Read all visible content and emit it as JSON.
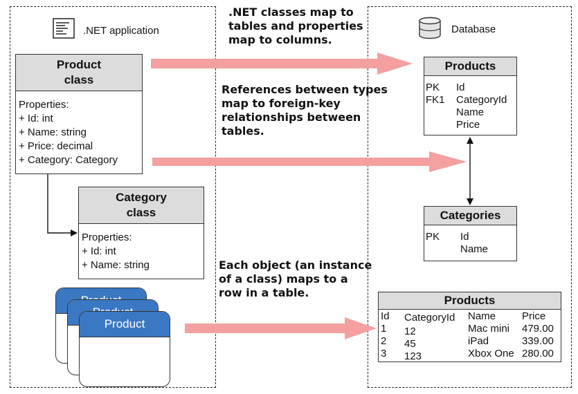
{
  "regions": {
    "app_label": ".NET application",
    "db_label": "Database"
  },
  "notes": {
    "map_classes": [
      ".NET classes map to",
      "tables and properties",
      "map to columns."
    ],
    "references": [
      "References between types",
      "map to foreign-key",
      "relationships between",
      "tables."
    ],
    "objects": [
      "Each object (an instance",
      "of a class) maps to a",
      "row in a table."
    ]
  },
  "product_class": {
    "title": [
      "Product",
      "class"
    ],
    "properties": [
      "Properties:",
      "+ Id: int",
      "+ Name: string",
      "+ Price: decimal",
      "+ Category: Category"
    ]
  },
  "category_class": {
    "title": [
      "Category",
      "class"
    ],
    "properties": [
      "Properties:",
      "+ Id: int",
      "+ Name: string"
    ]
  },
  "products_schema": {
    "title": "Products",
    "keys": [
      "PK",
      "FK1"
    ],
    "columns": [
      "Id",
      "CategoryId",
      "Name",
      "Price"
    ]
  },
  "categories_schema": {
    "title": "Categories",
    "keys": [
      "PK"
    ],
    "columns": [
      "Id",
      "Name"
    ]
  },
  "products_rows": {
    "title": "Products",
    "headers": [
      "Id",
      "CategoryId",
      "Name",
      "Price"
    ],
    "rows": [
      [
        "1",
        "12",
        "Mac mini",
        "479.00"
      ],
      [
        "2",
        "45",
        "iPad",
        "339.00"
      ],
      [
        "3",
        "123",
        "Xbox One",
        "280.00"
      ]
    ]
  },
  "objects": {
    "labels": [
      "Product",
      "Product",
      "Product"
    ]
  },
  "colors": {
    "arrow": "#f4a0a0",
    "object_header": "#3a78c3",
    "box_header": "#dcdcdc"
  },
  "icons": {
    "app": "document-icon",
    "db": "database-icon"
  }
}
